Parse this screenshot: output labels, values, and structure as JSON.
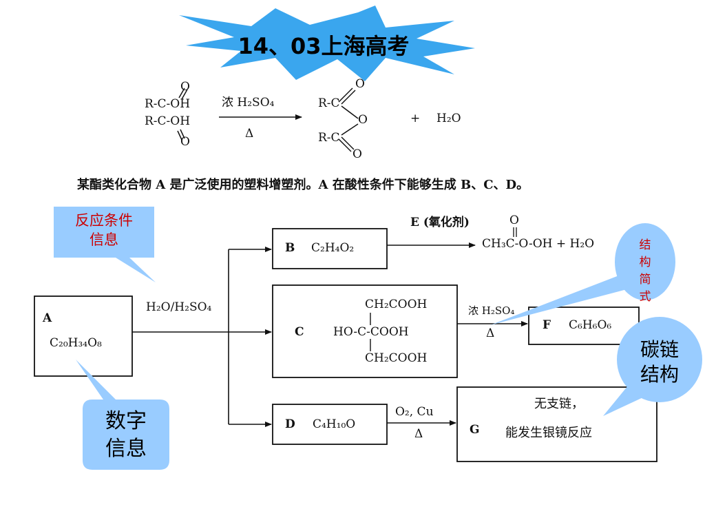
{
  "title": "14、03上海高考",
  "reaction": {
    "reactant_top": "R-C-OH",
    "reactant_bottom": "R-C-OH",
    "carbonyl_o": "O",
    "condition_top": "浓 H₂SO₄",
    "condition_bottom": "Δ",
    "product_top": "R-C",
    "product_bottom": "R-C",
    "product_o": "O",
    "plus": "+",
    "water": "H₂O"
  },
  "intro": "某酯类化合物 A 是广泛使用的塑料增塑剂。A 在酸性条件下能够生成 B、C、D。",
  "boxes": {
    "a_label": "A",
    "a_formula": "C₂₀H₃₄O₈",
    "b_label": "B",
    "b_formula": "C₂H₄O₂",
    "c_label": "C",
    "c_top": "CH₂COOH",
    "c_mid": "HO-C-COOH",
    "c_bottom": "CH₂COOH",
    "d_label": "D",
    "d_formula": "C₄H₁₀O",
    "f_label": "F",
    "f_formula": "C₆H₆O₆",
    "g_label": "G",
    "g_line1": "无支链，",
    "g_line2": "能发生银镜反应"
  },
  "conditions": {
    "a_split": "H₂O/H₂SO₄",
    "b_oxidant": "E (氧化剂)",
    "b_product": "CH₃C-O-OH + H₂O",
    "b_product_o": "O",
    "c_top": "浓 H₂SO₄",
    "c_bottom": "Δ",
    "d_top": "O₂, Cu",
    "d_bottom": "Δ"
  },
  "callouts": {
    "reaction_condition": "反应条件\n信息",
    "structure": "结\n构\n简\n式",
    "carbon_chain": "碳链\n结构",
    "numeric": "数字\n信息"
  },
  "colors": {
    "star": "#3aa6ee",
    "callout_fill": "#99ccff",
    "red_text": "#cc0000",
    "line": "#111111"
  }
}
